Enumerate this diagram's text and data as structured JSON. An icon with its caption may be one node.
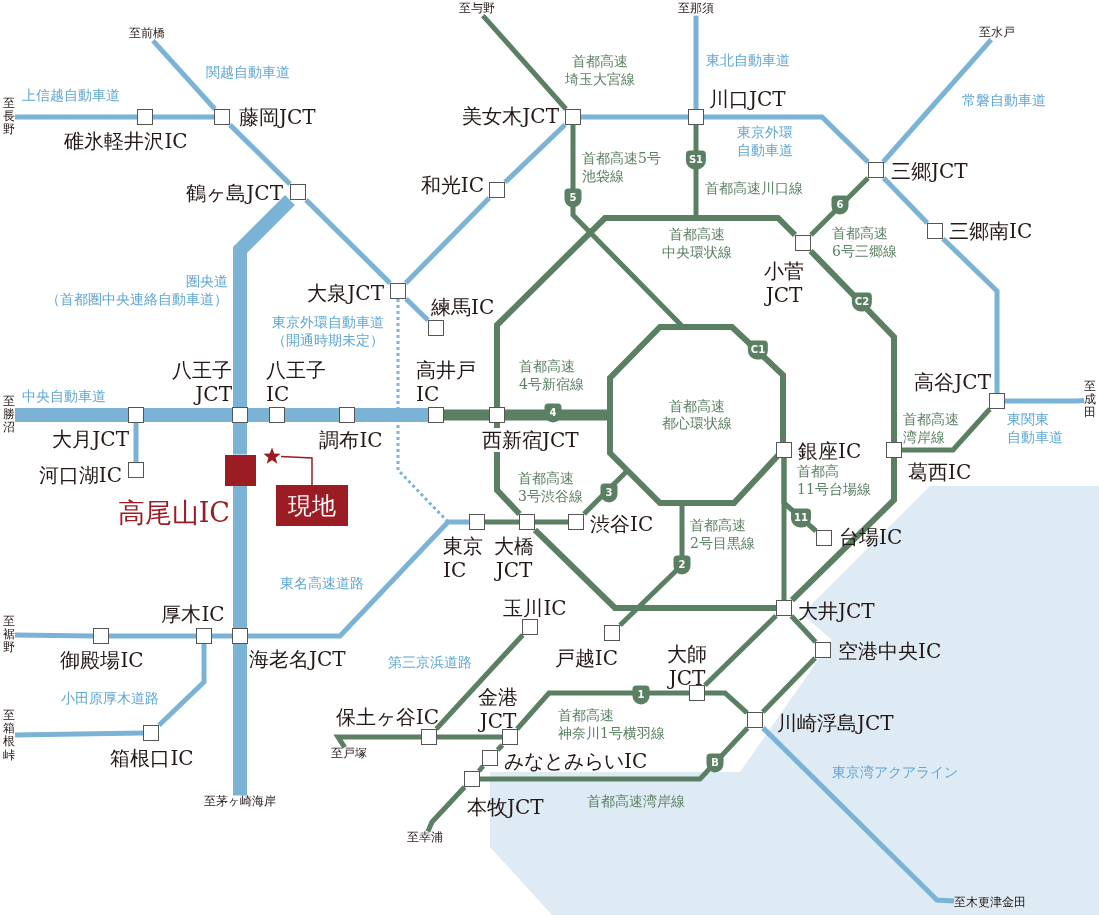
{
  "diagram": {
    "nodes": [
      {
        "text": [
          "至前橋"
        ]
      },
      {
        "text": [
          "至与野"
        ]
      },
      {
        "text": [
          "至那須"
        ]
      },
      {
        "text": [
          "至水戸"
        ]
      },
      {
        "text": [
          "至長野"
        ]
      },
      {
        "text": [
          "碓氷軽井沢IC"
        ]
      },
      {
        "text": [
          "藤岡JCT"
        ]
      },
      {
        "text": [
          "美女木JCT"
        ]
      },
      {
        "text": [
          "川口JCT"
        ]
      },
      {
        "text": [
          "三郷JCT"
        ]
      },
      {
        "text": [
          "鶴ヶ島JCT"
        ]
      },
      {
        "text": [
          "和光IC"
        ]
      },
      {
        "text": [
          "三郷南IC"
        ]
      },
      {
        "text": [
          "小菅 JCT"
        ]
      },
      {
        "text": [
          "大泉JCT"
        ]
      },
      {
        "text": [
          "練馬IC"
        ]
      },
      {
        "text": [
          "首都高速都心環状線"
        ]
      },
      {
        "text": [
          "八王子 JCT"
        ]
      },
      {
        "text": [
          "八王子 IC"
        ]
      },
      {
        "text": [
          "高井戸 IC"
        ]
      },
      {
        "text": [
          "至勝沼"
        ]
      },
      {
        "text": [
          "大月JCT"
        ]
      },
      {
        "text": [
          "調布IC"
        ]
      },
      {
        "text": [
          "西新宿JCT"
        ]
      },
      {
        "text": [
          "高谷JCT"
        ]
      },
      {
        "text": [
          "銀座IC"
        ]
      },
      {
        "text": [
          "葛西IC"
        ]
      },
      {
        "text": [
          "至成田"
        ]
      },
      {
        "text": [
          "河口湖IC"
        ]
      },
      {
        "text": [
          "高尾山IC"
        ]
      },
      {
        "text": [
          "現地"
        ]
      },
      {
        "text": [],
        "shape": "star"
      },
      {
        "text": [
          "東京 IC"
        ]
      },
      {
        "text": [
          "大橋 JCT"
        ]
      },
      {
        "text": [
          "渋谷IC"
        ]
      },
      {
        "text": [
          "台場IC"
        ]
      },
      {
        "text": [
          "玉川IC"
        ]
      },
      {
        "text": [
          "大井JCT"
        ]
      },
      {
        "text": [
          "戸越IC"
        ]
      },
      {
        "text": [
          "至裾野"
        ]
      },
      {
        "text": [
          "御殿場IC"
        ]
      },
      {
        "text": [
          "厚木IC"
        ]
      },
      {
        "text": [
          "海老名JCT"
        ]
      },
      {
        "text": [
          "空港中央IC"
        ]
      },
      {
        "text": [
          "大師 JCT"
        ]
      },
      {
        "text": [
          "至箱根峠"
        ]
      },
      {
        "text": [
          "箱根口IC"
        ]
      },
      {
        "text": [
          "保土ヶ谷IC"
        ]
      },
      {
        "text": [
          "金港 JCT"
        ]
      },
      {
        "text": [
          "川崎浮島JCT"
        ]
      },
      {
        "text": [
          "至戸塚"
        ]
      },
      {
        "text": [
          "みなとみらいIC"
        ]
      },
      {
        "text": [
          "本牧JCT"
        ]
      },
      {
        "text": [
          "至茅ヶ崎海岸"
        ]
      },
      {
        "text": [
          "至幸浦"
        ]
      },
      {
        "text": [
          "至木更津金田"
        ]
      }
    ],
    "edges": [
      {
        "from": 4,
        "to": 5,
        "arrow": "none",
        "color": "#7ab3d6"
      },
      {
        "from": 5,
        "to": 6,
        "arrow": "none",
        "color": "#7ab3d6"
      },
      {
        "from": 0,
        "to": 6,
        "arrow": "none",
        "color": "#7ab3d6"
      },
      {
        "from": 6,
        "to": 10,
        "arrow": "none",
        "color": "#7ab3d6"
      },
      {
        "from": 10,
        "to": 14,
        "arrow": "none",
        "color": "#7ab3d6"
      },
      {
        "from": 14,
        "to": 15,
        "arrow": "none",
        "color": "#7ab3d6"
      },
      {
        "from": 14,
        "to": 11,
        "arrow": "none",
        "color": "#7ab3d6"
      },
      {
        "from": 11,
        "to": 7,
        "arrow": "none",
        "color": "#7ab3d6"
      },
      {
        "from": 7,
        "to": 8,
        "arrow": "none",
        "color": "#7ab3d6"
      },
      {
        "from": 2,
        "to": 8,
        "arrow": "none",
        "color": "#7ab3d6"
      },
      {
        "from": 8,
        "to": 9,
        "arrow": "none",
        "color": "#7ab3d6"
      },
      {
        "from": 3,
        "to": 9,
        "arrow": "none",
        "color": "#7ab3d6"
      },
      {
        "from": 9,
        "to": 12,
        "arrow": "none",
        "color": "#7ab3d6"
      },
      {
        "from": 12,
        "to": 24,
        "arrow": "none",
        "color": "#7ab3d6"
      },
      {
        "from": 24,
        "to": 27,
        "arrow": "none",
        "color": "#7ab3d6"
      },
      {
        "from": 10,
        "to": 17,
        "arrow": "none",
        "style": "thick",
        "color": "#7ab3d6"
      },
      {
        "from": 17,
        "to": 29,
        "arrow": "none",
        "style": "thick",
        "color": "#7ab3d6"
      },
      {
        "from": 29,
        "to": 42,
        "arrow": "none",
        "style": "thick",
        "color": "#7ab3d6"
      },
      {
        "from": 42,
        "to": 53,
        "arrow": "none",
        "style": "thick",
        "color": "#7ab3d6"
      },
      {
        "from": 20,
        "to": 21,
        "arrow": "none",
        "style": "thick",
        "color": "#7ab3d6"
      },
      {
        "from": 21,
        "to": 17,
        "arrow": "none",
        "style": "thick",
        "color": "#7ab3d6"
      },
      {
        "from": 17,
        "to": 18,
        "arrow": "none",
        "style": "thick",
        "color": "#7ab3d6"
      },
      {
        "from": 18,
        "to": 22,
        "arrow": "none",
        "style": "thick",
        "color": "#7ab3d6"
      },
      {
        "from": 22,
        "to": 19,
        "arrow": "none",
        "style": "thick",
        "color": "#7ab3d6"
      },
      {
        "from": 21,
        "to": 28,
        "arrow": "none",
        "color": "#7ab3d6"
      },
      {
        "from": 14,
        "to": 32,
        "arrow": "none",
        "style": "dashed",
        "color": "#7ab3d6"
      },
      {
        "from": 39,
        "to": 40,
        "arrow": "none",
        "color": "#7ab3d6"
      },
      {
        "from": 40,
        "to": 41,
        "arrow": "none",
        "color": "#7ab3d6"
      },
      {
        "from": 41,
        "to": 42,
        "arrow": "none",
        "color": "#7ab3d6"
      },
      {
        "from": 42,
        "to": 32,
        "arrow": "none",
        "color": "#7ab3d6"
      },
      {
        "from": 41,
        "to": 46,
        "arrow": "none",
        "color": "#7ab3d6"
      },
      {
        "from": 45,
        "to": 46,
        "arrow": "none",
        "color": "#7ab3d6"
      },
      {
        "from": 49,
        "to": 55,
        "arrow": "none",
        "color": "#7ab3d6"
      },
      {
        "from": 1,
        "to": 7,
        "arrow": "none",
        "color": "#5b7f62"
      },
      {
        "from": 7,
        "to": 16,
        "arrow": "none",
        "color": "#5b7f62"
      },
      {
        "from": 8,
        "to": null,
        "arrow": "none",
        "color": "#5b7f62"
      },
      {
        "from": 9,
        "to": 13,
        "arrow": "none",
        "color": "#5b7f62"
      },
      {
        "from": 23,
        "to": 13,
        "arrow": "none",
        "color": "#5b7f62"
      },
      {
        "from": 13,
        "to": 26,
        "arrow": "none",
        "color": "#5b7f62"
      },
      {
        "from": 26,
        "to": 37,
        "arrow": "none",
        "color": "#5b7f62"
      },
      {
        "from": 37,
        "to": 33,
        "arrow": "none",
        "color": "#5b7f62"
      },
      {
        "from": 33,
        "to": 23,
        "arrow": "none",
        "color": "#5b7f62"
      },
      {
        "from": 19,
        "to": 23,
        "arrow": "none",
        "style": "thick",
        "color": "#5b7f62"
      },
      {
        "from": 23,
        "to": 16,
        "arrow": "none",
        "style": "thick",
        "color": "#5b7f62"
      },
      {
        "from": 32,
        "to": 33,
        "arrow": "none",
        "color": "#5b7f62"
      },
      {
        "from": 33,
        "to": 34,
        "arrow": "none",
        "color": "#5b7f62"
      },
      {
        "from": 34,
        "to": 16,
        "arrow": "none",
        "color": "#5b7f62"
      },
      {
        "from": 38,
        "to": 16,
        "arrow": "none",
        "color": "#5b7f62"
      },
      {
        "from": 25,
        "to": 35,
        "arrow": "none",
        "color": "#5b7f62"
      },
      {
        "from": 25,
        "to": 37,
        "arrow": "none",
        "color": "#5b7f62"
      },
      {
        "from": 26,
        "to": 24,
        "arrow": "none",
        "color": "#5b7f62"
      },
      {
        "from": 37,
        "to": 44,
        "arrow": "none",
        "color": "#5b7f62"
      },
      {
        "from": 37,
        "to": 43,
        "arrow": "none",
        "color": "#5b7f62"
      },
      {
        "from": 43,
        "to": 49,
        "arrow": "none",
        "color": "#5b7f62"
      },
      {
        "from": 44,
        "to": 49,
        "arrow": "none",
        "color": "#5b7f62"
      },
      {
        "from": 48,
        "to": 44,
        "arrow": "none",
        "color": "#5b7f62"
      },
      {
        "from": 52,
        "to": 49,
        "arrow": "none",
        "color": "#5b7f62"
      },
      {
        "from": 50,
        "to": 47,
        "arrow": "none",
        "color": "#5b7f62"
      },
      {
        "from": 47,
        "to": 48,
        "arrow": "none",
        "color": "#5b7f62"
      },
      {
        "from": 47,
        "to": 36,
        "arrow": "none",
        "color": "#5b7f62"
      },
      {
        "from": 48,
        "to": 51,
        "arrow": "none",
        "color": "#5b7f62"
      },
      {
        "from": 51,
        "to": 52,
        "arrow": "none",
        "color": "#5b7f62"
      },
      {
        "from": 52,
        "to": 54,
        "arrow": "none",
        "color": "#5b7f62"
      },
      {
        "from": 30,
        "to": 31,
        "arrow": "none",
        "color": "#9b1c23"
      }
    ],
    "labels": [
      "関越自動車道",
      "上信越自動車道",
      "首都高速埼玉大宮線",
      "東北自動車道",
      "常磐自動車道",
      "東京外環自動車道",
      "首都高速5号池袋線",
      "S1",
      "首都高速川口線",
      "5",
      "6",
      "首都高速中央環状線",
      "首都高速 6号三郷線",
      "圏央道（首都圏中央連絡自動車道）",
      "東京外環自動車道（開通時期未定）",
      "C2",
      "C1",
      "中央自動車道",
      "首都高速 4号新宿線",
      "4",
      "首都高速 3号渋谷線",
      "3",
      "首都高 11号台場線",
      "首都高速湾岸線",
      "東関東自動車道",
      "2",
      "11",
      "首都高速 2号目黒線",
      "東名高速道路",
      "第三京浜道路",
      "小田原厚木道路",
      "首都高速神奈川1号横羽線",
      "1",
      "東京湾アクアライン",
      "B",
      "首都高速湾岸線"
    ]
  }
}
